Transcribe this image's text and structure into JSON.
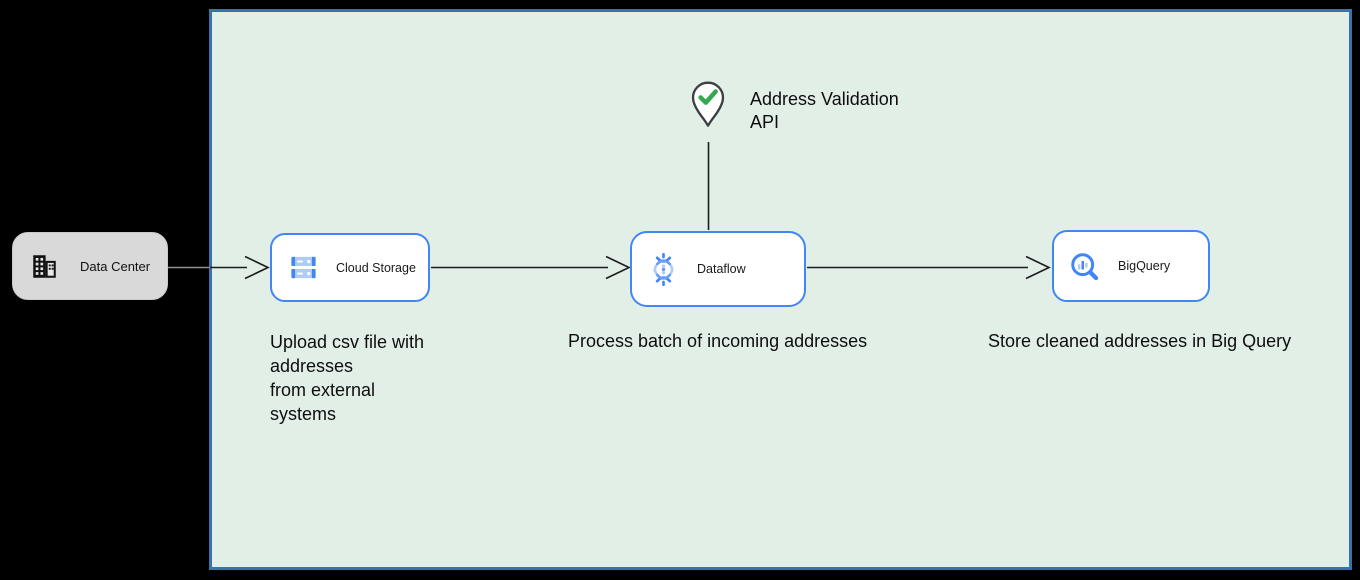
{
  "colors": {
    "google_blue": "#4285f4",
    "blue_light": "#669df6",
    "blue_pale": "#aecbfa",
    "panel_bg": "#e2efe6",
    "panel_border": "#3a72ae",
    "arrow": "#1d1d1d",
    "arrow_dim": "#8f8f8f",
    "check_green": "#34a853",
    "pin_outline": "#3c4043",
    "datacenter_bg": "#d9d9d9",
    "node_bg": "#ffffff",
    "text": "#0e0e0e"
  },
  "nodes": {
    "data_center": {
      "label": "Data Center",
      "icon": "building-icon"
    },
    "cloud_storage": {
      "label": "Cloud Storage",
      "icon": "cloud-storage-icon"
    },
    "dataflow": {
      "label": "Dataflow",
      "icon": "dataflow-icon"
    },
    "bigquery": {
      "label": "BigQuery",
      "icon": "bigquery-icon"
    }
  },
  "annotations": {
    "address_validation": {
      "label": "Address Validation\nAPI",
      "icon": "map-pin-check-icon"
    }
  },
  "captions": {
    "upload": "Upload csv file with\naddresses\nfrom external\nsystems",
    "process": "Process batch of incoming addresses",
    "store": "Store cleaned addresses in Big Query"
  }
}
